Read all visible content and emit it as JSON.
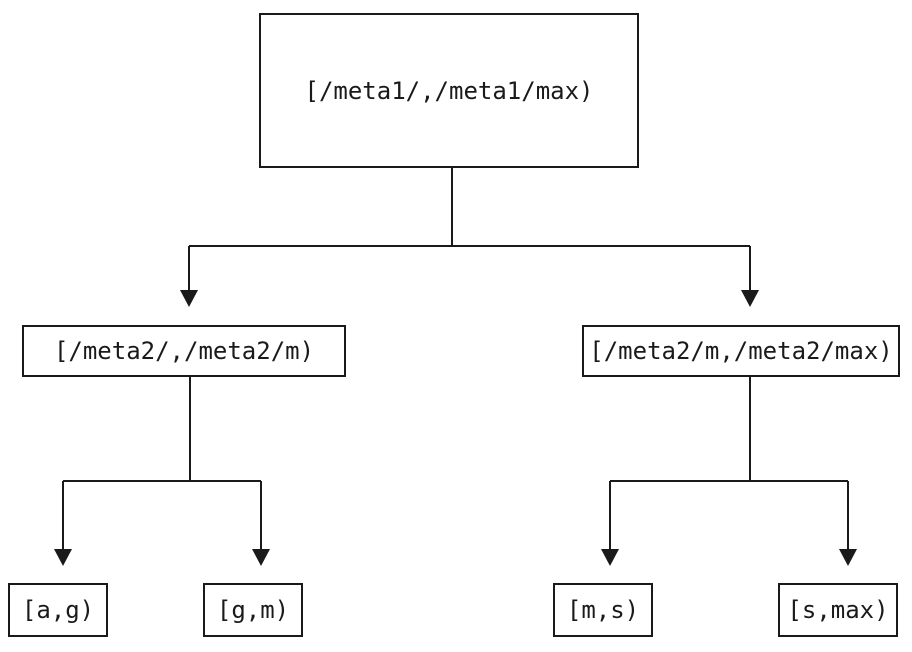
{
  "diagram": {
    "type": "tree",
    "root": {
      "label": "[/meta1/,/meta1/max)"
    },
    "children": [
      {
        "label": "[/meta2/,/meta2/m)"
      },
      {
        "label": "[/meta2/m,/meta2/max)"
      }
    ],
    "leaves": [
      {
        "label": "[a,g)"
      },
      {
        "label": "[g,m)"
      },
      {
        "label": "[m,s)"
      },
      {
        "label": "[s,max)"
      }
    ],
    "colors": {
      "background": "#ffffff",
      "line": "#1a1a1a",
      "box_border": "#1a1a1a",
      "text": "#1a1a1a"
    }
  }
}
